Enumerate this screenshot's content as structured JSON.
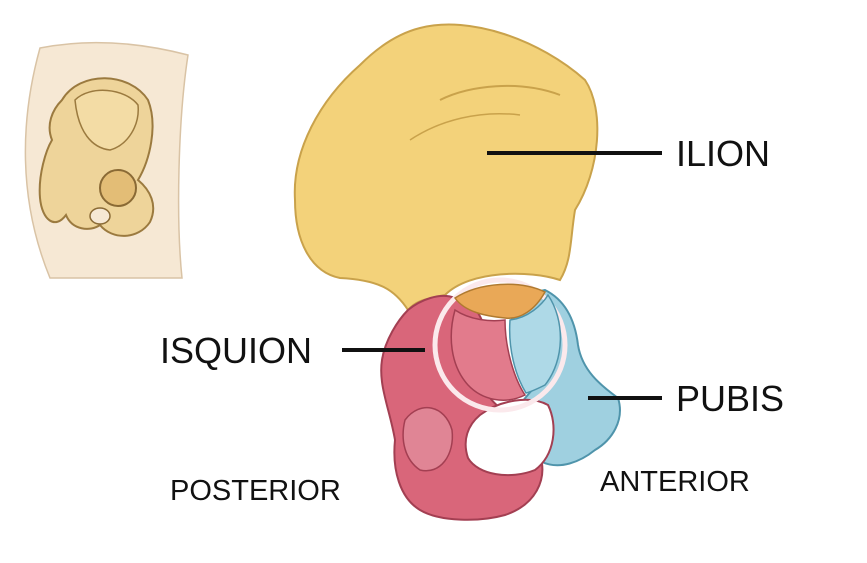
{
  "labels": {
    "ilion": "ILION",
    "isquion": "ISQUION",
    "pubis": "PUBIS",
    "posterior": "POSTERIOR",
    "anterior": "ANTERIOR"
  },
  "colors": {
    "ilion": "#F3D27A",
    "isquion": "#D9667A",
    "pubis": "#9FD0E0",
    "acetabulum": "#E9A857",
    "body_skin": "#F6E8D4"
  }
}
